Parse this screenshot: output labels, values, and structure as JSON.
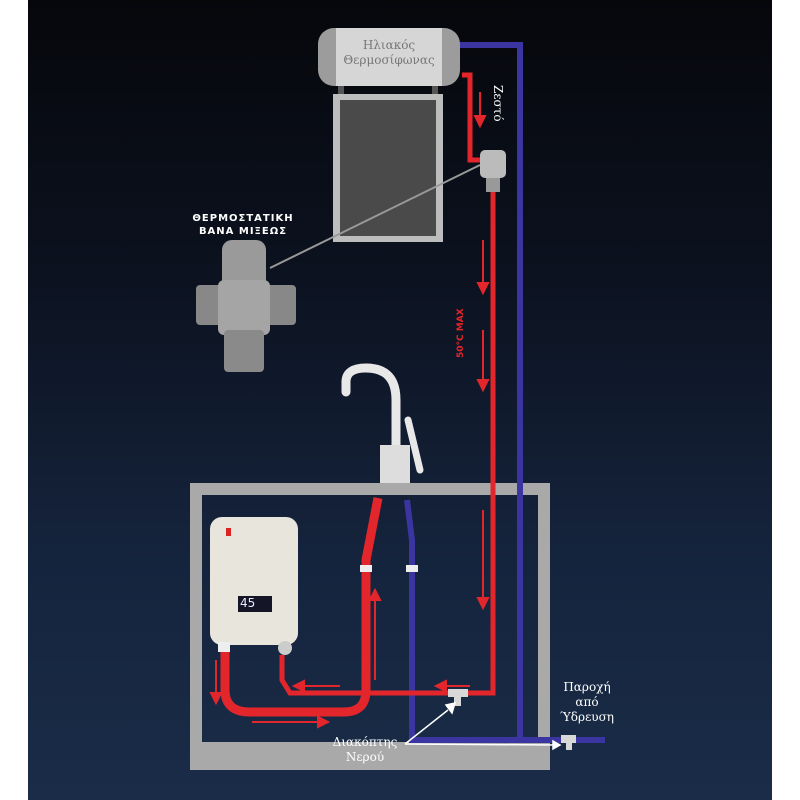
{
  "tank_label_line1": "Ηλιακός",
  "tank_label_line2": "Θερμοσίφωνας",
  "hot_label": "Ζεστό",
  "valve_title_line1": "ΘΕΡΜΟΣΤΑΤΙΚΗ",
  "valve_title_line2": "ΒΑΝΑ ΜΙΞΕΩΣ",
  "max_temp_label": "50°C MAX",
  "supply_label_line1": "Παροχή",
  "supply_label_line2": "από",
  "supply_label_line3": "Ύδρευση",
  "switch_label_line1": "Διακόπτης",
  "switch_label_line2": "Νερού",
  "heater_display": "45",
  "colors": {
    "hot": "#e3262b",
    "cold": "#3a35a0",
    "frame": "#a8a8a8"
  }
}
